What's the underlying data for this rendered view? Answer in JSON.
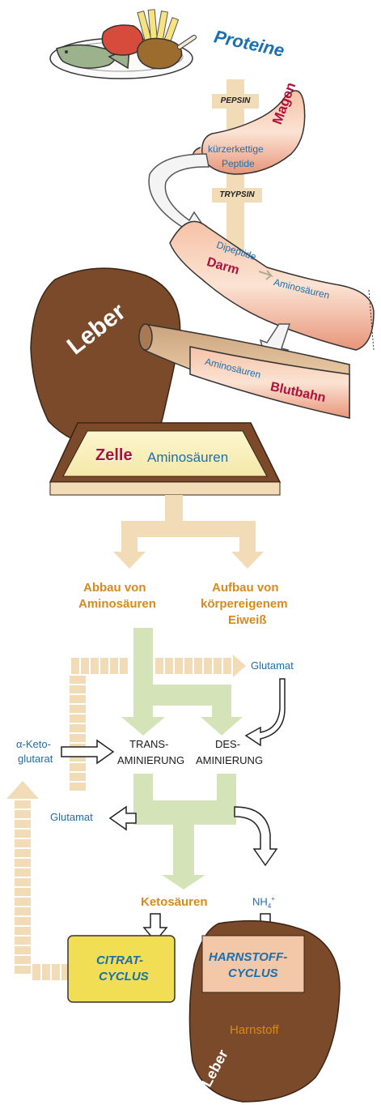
{
  "digestion": {
    "title": "Proteine",
    "enzyme_stomach": "PEPSIN",
    "organ_stomach": "Magen",
    "product_stomach_line1": "kürzerkettige",
    "product_stomach_line2": "Peptide",
    "enzyme_intestine": "TRYPSIN",
    "product_intestine_dipeptide": "Dipeptide",
    "organ_intestine": "Darm",
    "product_intestine_amino": "Aminosäuren",
    "organ_liver": "Leber",
    "blood_amino": "Aminosäuren",
    "organ_blood": "Blutbahn"
  },
  "cell": {
    "label": "Zelle",
    "content": "Aminosäuren"
  },
  "metabolism": {
    "breakdown_line1": "Abbau von",
    "breakdown_line2": "Aminosäuren",
    "buildup_line1": "Aufbau von",
    "buildup_line2": "körpereigenem",
    "buildup_line3": "Eiweiß",
    "glutamat_top": "Glutamat",
    "alpha_line1": "α-Keto-",
    "alpha_line2": "glutarat",
    "trans_line1": "TRANS-",
    "trans_line2": "AMINIERUNG",
    "des_line1": "DES-",
    "des_line2": "AMINIERUNG",
    "glutamat_left": "Glutamat",
    "ketoacids": "Ketosäuren",
    "ammonium": "NH",
    "ammonium_sub": "4",
    "ammonium_sup": "+",
    "citrate_line1": "CITRAT-",
    "citrate_line2": "CYCLUS",
    "urea_cycle_line1": "HARNSTOFF-",
    "urea_cycle_line2": "CYCLUS",
    "liver_bottom": "Leber",
    "urea": "Harnstoff"
  },
  "colors": {
    "blue_text": "#1a6fb0",
    "maroon_text": "#b0103c",
    "orange_text": "#d88a1e",
    "liver_brown": "#7a4a2a",
    "arrow_beige": "#f2dcb8",
    "arrow_green": "#d5e4b8",
    "citrate_yellow": "#f1de55"
  }
}
